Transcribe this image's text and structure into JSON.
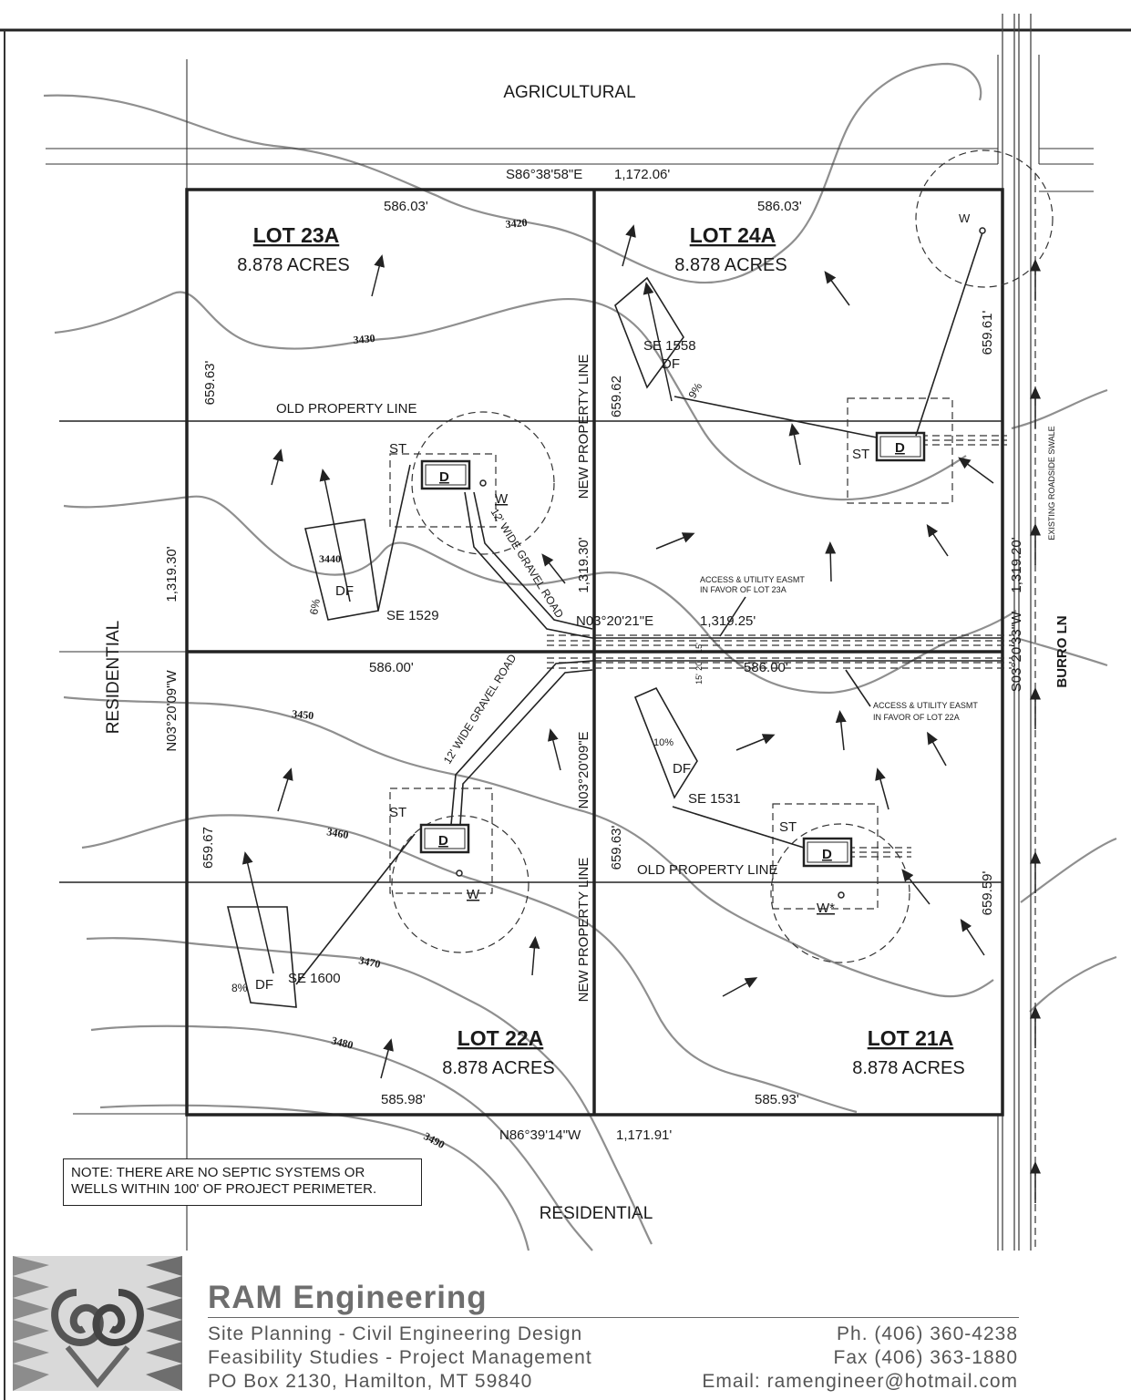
{
  "zones": {
    "north": "AGRICULTURAL",
    "south": "RESIDENTIAL",
    "west": "RESIDENTIAL"
  },
  "road": {
    "name": "BURRO  LN",
    "swale": "EXISTING ROADSIDE SWALE"
  },
  "bearings": {
    "north_bearing": "S86°38'58\"E",
    "north_length": "1,172.06'",
    "south_bearing": "N86°39'14\"W",
    "south_length": "1,171.91'",
    "west_bearing": "N03°20'09\"W",
    "west_length": "1,319.30'",
    "east_bearing": "S03°20'33\"W",
    "east_length": "1,319.20'",
    "mid_bearing": "N03°20'21\"E",
    "mid_length": "1,319.25'",
    "center_bearing": "N03°20'09\"E",
    "center_length": "1,319.30'"
  },
  "dims": {
    "n23": "586.03'",
    "n24": "586.03'",
    "mid_w": "586.00'",
    "mid_e": "586.00'",
    "s22": "585.98'",
    "s21": "585.93'",
    "w23": "659.63'",
    "w22": "659.67",
    "c24": "659.62",
    "c21": "659.63'",
    "e24": "659.61'",
    "e21": "659.59'"
  },
  "lots": [
    {
      "name": "LOT 23A",
      "acres": "8.878 ACRES"
    },
    {
      "name": "LOT 24A",
      "acres": "8.878 ACRES"
    },
    {
      "name": "LOT 22A",
      "acres": "8.878 ACRES"
    },
    {
      "name": "LOT 21A",
      "acres": "8.878 ACRES"
    }
  ],
  "lines": {
    "old": "OLD PROPERTY LINE",
    "new": "NEW PROPERTY LINE"
  },
  "easements": {
    "e23": [
      "ACCESS & UTILITY EASMT",
      "IN FAVOR OF LOT 23A"
    ],
    "e22": [
      "ACCESS & UTILITY EASMT",
      "IN FAVOR OF LOT 22A"
    ],
    "w1": "15'",
    "w2": "20'",
    "w3": "15'"
  },
  "roads": {
    "label": "12' WIDE GRAVEL ROAD"
  },
  "elevations": [
    "3420",
    "3430",
    "3440",
    "3450",
    "3460",
    "3470",
    "3480",
    "3490"
  ],
  "septic": {
    "se_1529": "SE 1529",
    "se_1558": "SE 1558",
    "se_1600": "SE 1600",
    "se_1531": "SE 1531",
    "df": "DF",
    "st": "ST",
    "d": "D",
    "w": "W",
    "w_star": "W*",
    "slope6": "6%",
    "slope8": "8%",
    "slope9": "9%",
    "slope10": "10%"
  },
  "note": [
    "NOTE:  THERE ARE NO SEPTIC SYSTEMS OR",
    "WELLS WITHIN 100' OF PROJECT PERIMETER."
  ],
  "firm": {
    "name": "RAM Engineering",
    "tag1": "Site Planning - Civil Engineering Design",
    "tag2": "Feasibility Studies - Project Management",
    "tag3": "PO Box 2130, Hamilton, MT 59840",
    "phone": "Ph. (406) 360-4238",
    "fax": "Fax (406) 363-1880",
    "email": "Email: ramengineer@hotmail.com"
  }
}
